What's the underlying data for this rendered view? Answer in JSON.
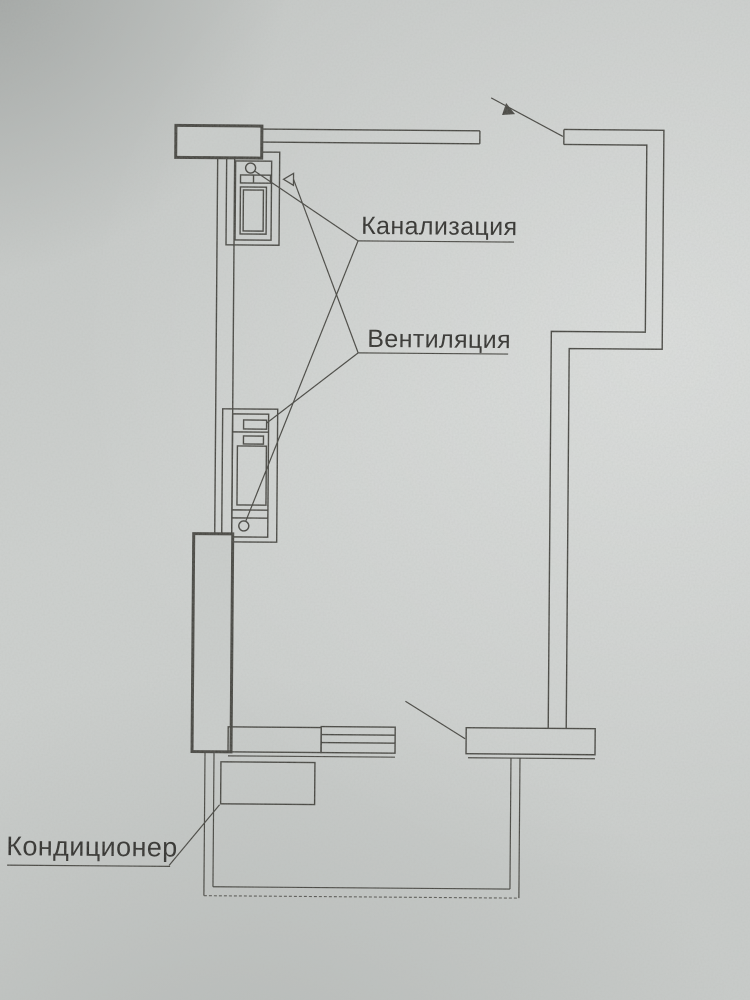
{
  "labels": {
    "sewerage": "Канализация",
    "ventilation": "Вентиляция",
    "air_conditioner": "Кондиционер"
  },
  "annotations": [
    {
      "label": "Канализация",
      "points_to": [
        "sewer-pipe-circle-top-shaft",
        "sewer-pipe-circle-bottom-shaft"
      ]
    },
    {
      "label": "Вентиляция",
      "points_to": [
        "vent-duct-top-shaft",
        "vent-duct-bottom-shaft"
      ]
    },
    {
      "label": "Кондиционер",
      "points_to": [
        "air-conditioner-unit"
      ]
    }
  ],
  "colors": {
    "paper": "#cbcecc",
    "ink": "#42413c",
    "text": "#2b2a27"
  }
}
